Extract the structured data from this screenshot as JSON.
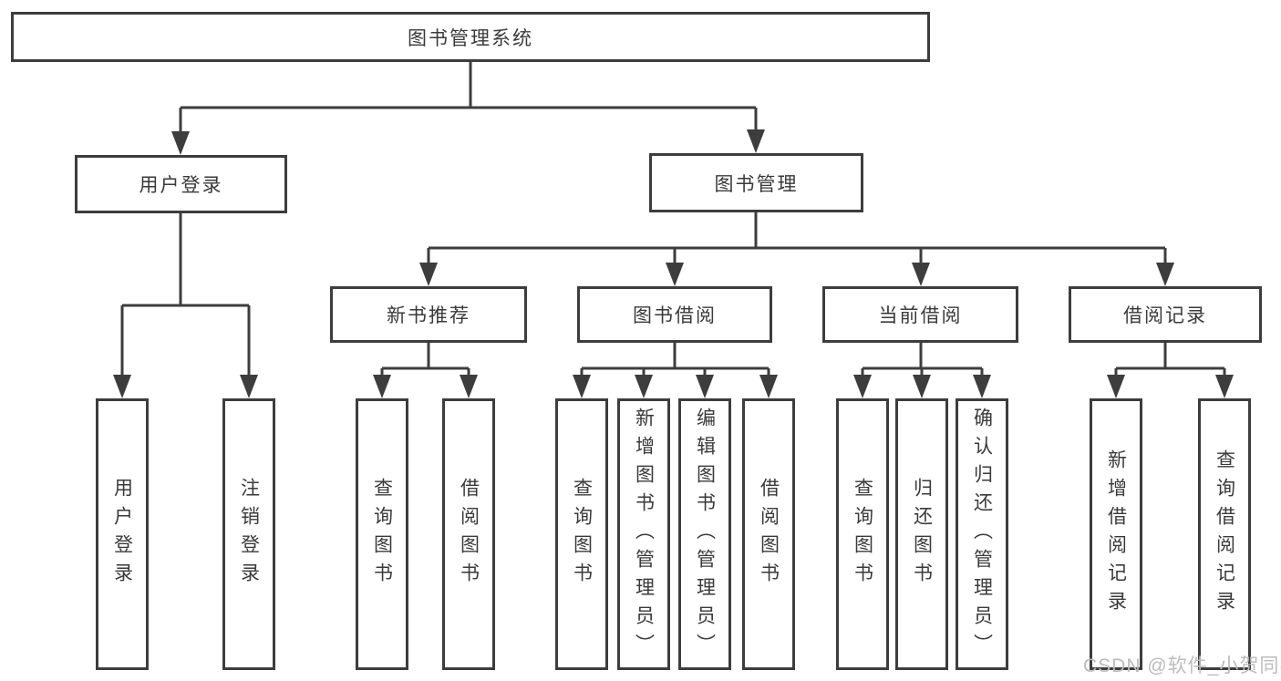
{
  "diagram": {
    "root": {
      "label": "图书管理系统",
      "children": [
        {
          "label": "用户登录",
          "children": [
            {
              "label": "用户登录"
            },
            {
              "label": "注销登录"
            }
          ]
        },
        {
          "label": "图书管理",
          "children": [
            {
              "label": "新书推荐",
              "children": [
                {
                  "label": "查询图书"
                },
                {
                  "label": "借阅图书"
                }
              ]
            },
            {
              "label": "图书借阅",
              "children": [
                {
                  "label": "查询图书"
                },
                {
                  "label": "新增图书（管理员）"
                },
                {
                  "label": "编辑图书（管理员）"
                },
                {
                  "label": "借阅图书"
                }
              ]
            },
            {
              "label": "当前借阅",
              "children": [
                {
                  "label": "查询图书"
                },
                {
                  "label": "归还图书"
                },
                {
                  "label": "确认归还（管理员）"
                }
              ]
            },
            {
              "label": "借阅记录",
              "children": [
                {
                  "label": "新增借阅记录"
                },
                {
                  "label": "查询借阅记录"
                }
              ]
            }
          ]
        }
      ]
    }
  },
  "watermark": {
    "text": "CSDN @软件_小贺同学"
  },
  "colors": {
    "line": "#3d3d3d",
    "text": "#3a3a3a",
    "box_fill": "#ffffff",
    "background": "#ffffff",
    "watermark": "#bcbcbc"
  }
}
